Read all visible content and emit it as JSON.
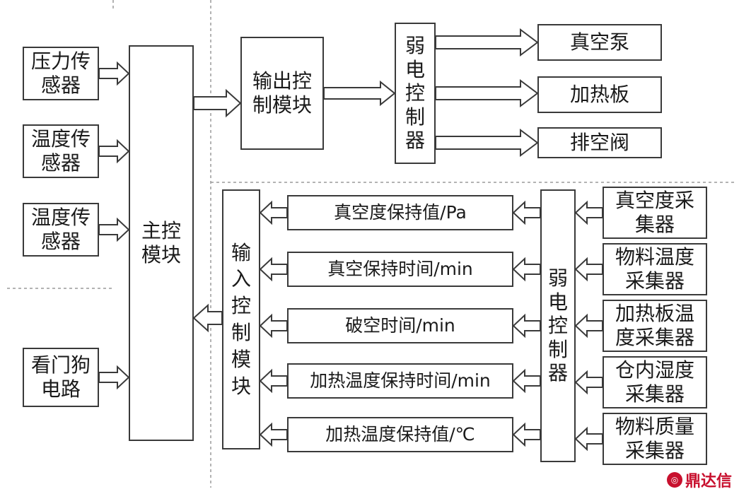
{
  "sensors": {
    "pressure": "压力传感器",
    "temp1": "温度传感器",
    "temp2": "温度传感器",
    "watchdog": "看门狗电路"
  },
  "main_control": "主控模块",
  "output_control": "输出控制模块",
  "relay_top": "弱电控制器",
  "outputs": [
    "真空泵",
    "加热板",
    "排空阀"
  ],
  "input_control": "输入控制模块",
  "relay_bottom": "弱电控制器",
  "params": [
    "真空度保持值/Pa",
    "真空保持时间/min",
    "破空时间/min",
    "加热温度保持时间/min",
    "加热温度保持值/℃"
  ],
  "collectors": [
    "真空度采集器",
    "物料温度采集器",
    "加热板温度采集器",
    "仓内湿度采集器",
    "物料质量采集器"
  ],
  "watermark": "鼎达信",
  "colors": {
    "line": "#3a3a3a",
    "dash": "#888888",
    "brand": "#c8102e"
  }
}
